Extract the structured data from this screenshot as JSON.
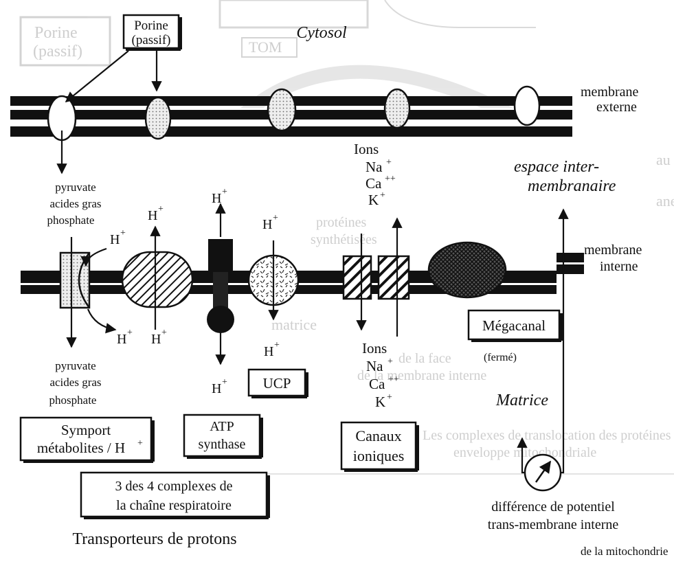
{
  "labels": {
    "porine": [
      "Porine",
      "(passif)"
    ],
    "cytosol": "Cytosol",
    "membrane_externe": [
      "membrane",
      "externe"
    ],
    "membrane_interne": [
      "membrane",
      "interne"
    ],
    "espace": [
      "espace inter-",
      "membranaire"
    ],
    "ions_top": [
      "Ions",
      "Na",
      "Ca",
      "K"
    ],
    "ions_bottom": [
      "Ions",
      "Na",
      "Ca",
      "K"
    ],
    "ion_charges": [
      "+",
      "++",
      "+"
    ],
    "metabolites_top": [
      "pyruvate",
      "acides gras",
      "phosphate"
    ],
    "metabolites_bottom": [
      "pyruvate",
      "acides gras",
      "phosphate"
    ],
    "h": "H",
    "h_plus": "+",
    "ucp": "UCP",
    "megacanal": "Mégacanal",
    "ferme": "(fermé)",
    "matrice": "Matrice",
    "symport": [
      "Symport",
      "métabolites / H"
    ],
    "atp": [
      "ATP",
      "synthase"
    ],
    "canaux": [
      "Canaux",
      "ioniques"
    ],
    "complexes": [
      "3 des 4 complexes de",
      "la chaîne respiratoire"
    ],
    "potentiel": [
      "différence de potentiel",
      "trans-membrane interne"
    ],
    "transporteurs": "Transporteurs de protons",
    "footer_cut": "de la mitochondrie"
  }
}
